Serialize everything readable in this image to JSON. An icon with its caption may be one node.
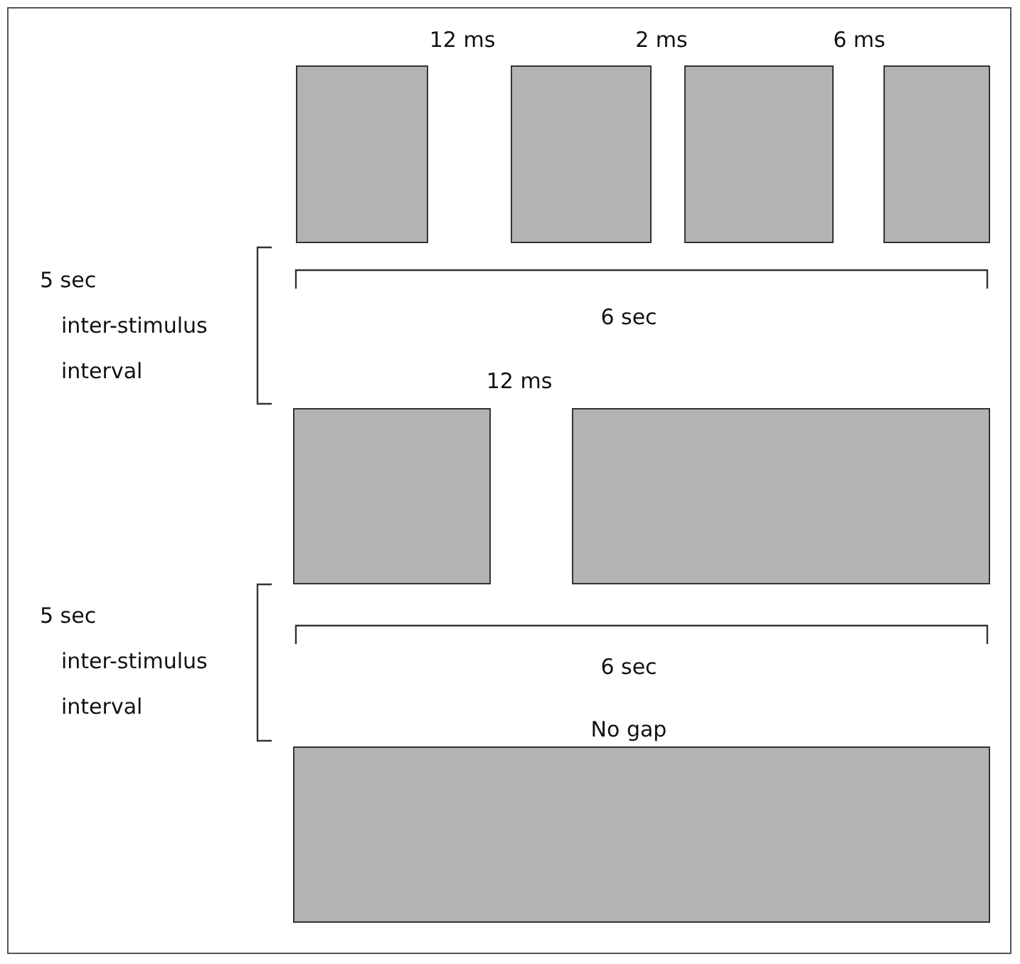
{
  "diagram": {
    "nodes": [
      {
        "text": [],
        "shape": "box"
      },
      {
        "text": [],
        "shape": "box"
      },
      {
        "text": [],
        "shape": "box"
      },
      {
        "text": [],
        "shape": "box"
      },
      {
        "text": [],
        "shape": "box"
      },
      {
        "text": [],
        "shape": "box"
      },
      {
        "text": [],
        "shape": "box"
      }
    ],
    "labels": [
      "12 ms",
      "2 ms",
      "6 ms",
      "5 sec",
      "inter-stimulus",
      "interval",
      "6 sec",
      "12 ms",
      "5 sec",
      "inter-stimulus",
      "interval",
      "6 sec",
      "No gap"
    ]
  }
}
